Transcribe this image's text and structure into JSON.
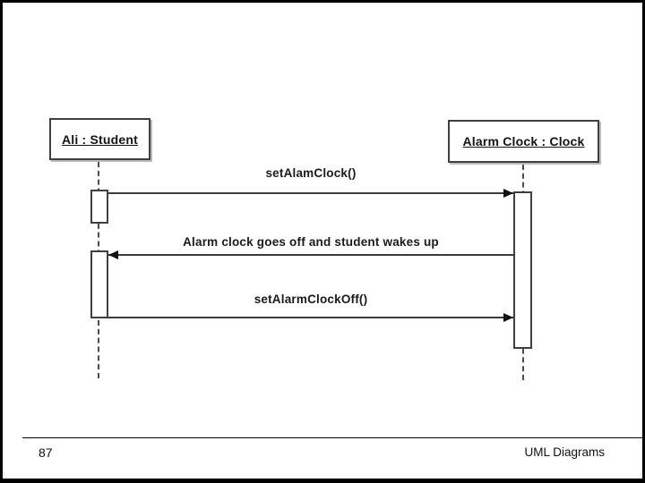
{
  "slide": {
    "diagram_type": "uml-sequence-diagram",
    "actors": [
      {
        "label": "Ali : Student"
      },
      {
        "label": "Alarm Clock : Clock"
      }
    ],
    "messages": [
      {
        "label": "setAlamClock()",
        "direction": "right"
      },
      {
        "label": "Alarm clock goes off and student wakes up",
        "direction": "left"
      },
      {
        "label": "setAlarmClockOff()",
        "direction": "right"
      }
    ]
  },
  "footer": {
    "page_number": "87",
    "label": "UML Diagrams"
  },
  "colors": {
    "background": "#ffffff",
    "frame_border": "#000000",
    "line": "#3b3b3b",
    "text": "#141414"
  }
}
